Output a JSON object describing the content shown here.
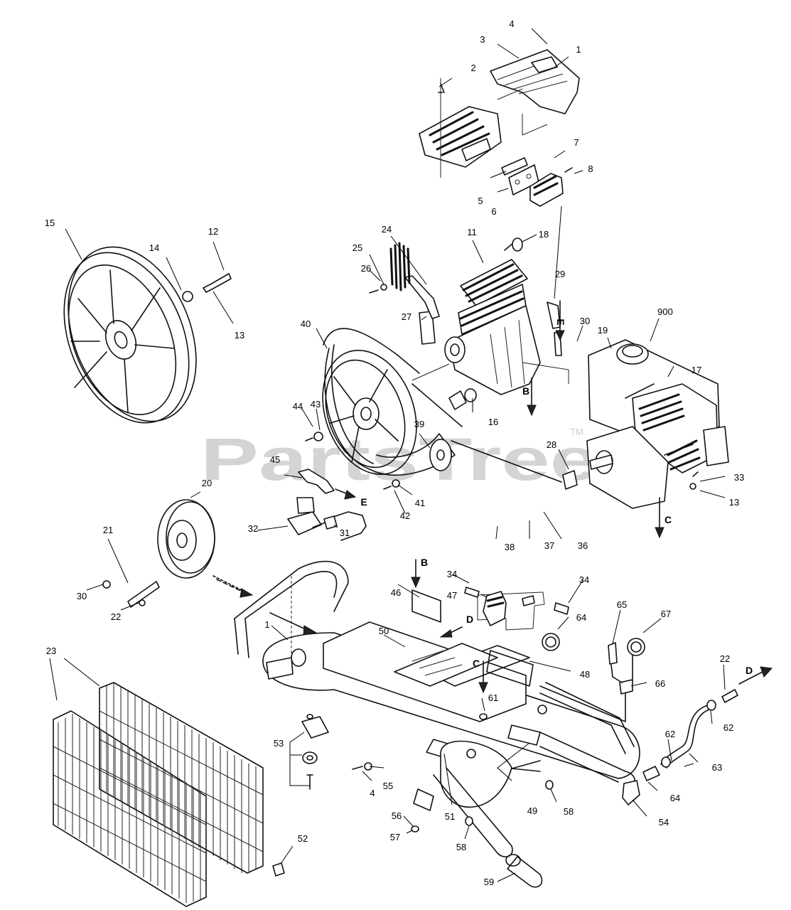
{
  "watermark": {
    "text": "PartsTree",
    "tm": "TM"
  },
  "flow_arrows": [
    {
      "id": "e1",
      "label": "E"
    },
    {
      "id": "b1",
      "label": "B"
    },
    {
      "id": "e2",
      "label": "E"
    },
    {
      "id": "c1",
      "label": "C"
    },
    {
      "id": "b2",
      "label": "B"
    },
    {
      "id": "d1",
      "label": "D"
    },
    {
      "id": "c2",
      "label": "C"
    },
    {
      "id": "d2",
      "label": "D"
    }
  ],
  "part_labels": [
    "1",
    "2",
    "3",
    "4",
    "5",
    "6",
    "7",
    "8",
    "15",
    "14",
    "12",
    "13",
    "24",
    "25",
    "26",
    "27",
    "11",
    "18",
    "29",
    "30",
    "900",
    "19",
    "17",
    "40",
    "16",
    "44",
    "43",
    "39",
    "28",
    "33",
    "13",
    "45",
    "41",
    "42",
    "20",
    "32",
    "31",
    "36",
    "37",
    "38",
    "21",
    "30",
    "22",
    "34",
    "46",
    "47",
    "34",
    "64",
    "65",
    "67",
    "1",
    "50",
    "48",
    "22",
    "23",
    "66",
    "61",
    "62",
    "53",
    "55",
    "4",
    "49",
    "58",
    "62",
    "63",
    "64",
    "56",
    "57",
    "51",
    "58",
    "54",
    "52",
    "59"
  ]
}
